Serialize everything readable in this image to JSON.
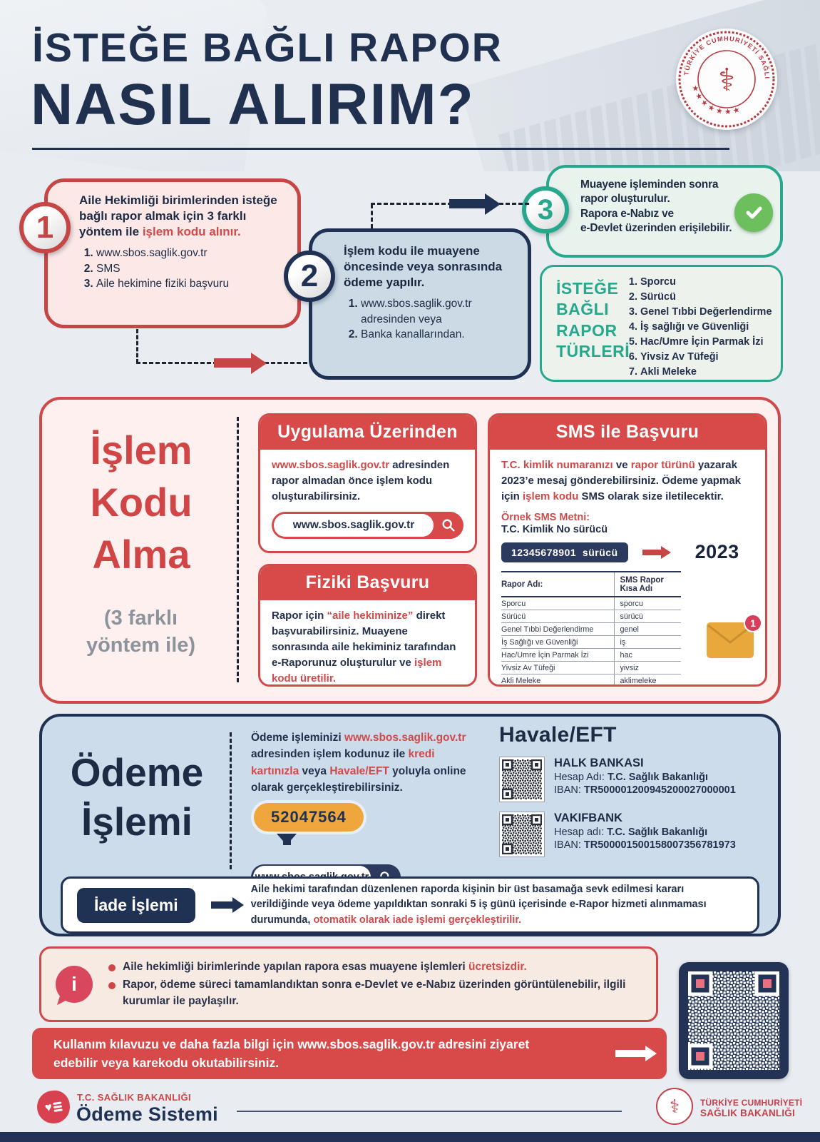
{
  "colors": {
    "red": "#d04a4a",
    "navy": "#1f3254",
    "teal": "#27a88c",
    "green": "#6cbf5c",
    "orange": "#efa73d"
  },
  "header": {
    "title_line1": "İSTEĞE BAĞLI RAPOR",
    "title_line2": "NASIL ALIRIM?",
    "seal_ring_text": "TÜRKİYE CUMHURİYETİ SAĞLIK BAKANLIĞI"
  },
  "steps": [
    {
      "number": "1",
      "seg1": "Aile Hekimliği birimlerinden isteğe bağlı rapor almak için 3 farklı yöntem ile ",
      "hl": "işlem kodu alınır.",
      "items": [
        "www.sbos.saglik.gov.tr",
        "SMS",
        "Aile hekimine fiziki başvuru"
      ]
    },
    {
      "number": "2",
      "seg1": "İşlem kodu ile muayene öncesinde veya sonrasında ",
      "hl": "ödeme yapılır.",
      "items": [
        "www.sbos.saglik.gov.tr adresinden veya",
        "Banka kanallarından."
      ]
    },
    {
      "number": "3",
      "line1": "Muayene işleminden sonra",
      "hl": "rapor oluşturulur.",
      "line2": "Rapora e-Nabız ve",
      "line3": "e-Devlet üzerinden erişilebilir."
    }
  ],
  "report_types": {
    "title_l1": "İSTEĞE",
    "title_l2": "BAĞLI",
    "title_l3": "RAPOR",
    "title_l4": "TÜRLERİ",
    "items": [
      "Sporcu",
      "Sürücü",
      "Genel Tıbbi Değerlendirme",
      "İş sağlığı ve Güvenliği",
      "Hac/Umre İçin Parmak İzi",
      "Yivsiz Av Tüfeği",
      "Akli Meleke"
    ]
  },
  "islem_kodu": {
    "title_l1": "İşlem",
    "title_l2": "Kodu",
    "title_l3": "Alma",
    "subtitle_l1": "(3 farklı",
    "subtitle_l2": "yöntem ile)",
    "uygulama": {
      "header": "Uygulama Üzerinden",
      "link": "www.sbos.saglik.gov.tr",
      "rest": " adresinden rapor almadan önce işlem kodu oluşturabilirsiniz.",
      "search": "www.sbos.saglik.gov.tr"
    },
    "fiziki": {
      "header": "Fiziki Başvuru",
      "seg1": "Rapor için ",
      "hl1": "“aile hekiminize”",
      "seg2": " direkt başvurabilirsiniz. Muayene sonrasında aile hekiminiz tarafından e-Raporunuz oluşturulur ve ",
      "hl2": "işlem kodu üretilir."
    },
    "sms": {
      "header": "SMS ile Başvuru",
      "hl1": "T.C. kimlik numaranızı",
      "seg1": " ve ",
      "hl2": "rapor türünü",
      "seg2": " yazarak 2023’e mesaj gönderebilirsiniz. Ödeme yapmak için ",
      "hl3": "işlem kodu",
      "seg3": " SMS olarak size iletilecektir.",
      "ornek_label": "Örnek SMS Metni:",
      "ornek_line": "T.C. Kimlik No sürücü",
      "pill": "12345678901  sürücü",
      "short_code": "2023",
      "badge": "1",
      "table": {
        "col1": "Rapor Adı:",
        "col2": "SMS Rapor Kısa Adı",
        "rows": [
          [
            "Sporcu",
            "sporcu"
          ],
          [
            "Sürücü",
            "sürücü"
          ],
          [
            "Genel Tıbbi Değerlendirme",
            "genel"
          ],
          [
            "İş Sağlığı ve Güvenliği",
            "iş"
          ],
          [
            "Hac/Umre İçin Parmak İzi",
            "hac"
          ],
          [
            "Yivsiz Av Tüfeği",
            "yivsiz"
          ],
          [
            "Akli Meleke",
            "aklimeleke"
          ]
        ]
      }
    }
  },
  "odeme": {
    "title_l1": "Ödeme",
    "title_l2": "İşlemi",
    "seg1": "Ödeme işleminizi ",
    "hl1": "www.sbos.saglik.gov.tr",
    "seg2": " adresinden işlem kodunuz ile ",
    "hl2": "kredi kartınızla",
    "seg3": " veya ",
    "hl3": "Havale/EFT",
    "seg4": " yoluyla online olarak gerçekleştirebilirsiniz.",
    "code": "52047564",
    "search": "www.sbos.saglik.gov.tr",
    "havale_title": "Havale/EFT",
    "banks": [
      {
        "name": "HALK BANKASI",
        "hesap_label": "Hesap Adı:",
        "hesap": "T.C. Sağlık Bakanlığı",
        "iban_label": "IBAN:",
        "iban": "TR500001200945200027000001"
      },
      {
        "name": "VAKIFBANK",
        "hesap_label": "Hesap adı:",
        "hesap": "T.C. Sağlık Bakanlığı",
        "iban_label": "IBAN:",
        "iban": "TR500001500158007356781973"
      }
    ],
    "iade": {
      "label": "İade İşlemi",
      "seg1": "Aile hekimi tarafından düzenlenen raporda kişinin bir üst basamağa sevk edilmesi kararı verildiğinde veya ödeme yapıldıktan sonraki 5 iş günü içerisinde  e-Rapor hizmeti alınmaması durumunda, ",
      "hl": "otomatik olarak iade işlemi gerçekleştirilir."
    }
  },
  "info": {
    "b1_seg": "Aile hekimliği birimlerinde yapılan rapora esas muayene işlemleri ",
    "b1_hl": "ücretsizdir.",
    "b2": "Rapor, ödeme süreci tamamlandıktan sonra e-Devlet ve e-Nabız üzerinden görüntülenebilir, ilgili kurumlar ile paylaşılır."
  },
  "bottom_bar": {
    "seg1": "Kullanım kılavuzu ve daha fazla bilgi için ",
    "hl": "www.sbos.saglik.gov.tr",
    "seg2": " adresini ziyaret edebilir veya karekodu okutabilirsiniz."
  },
  "footer": {
    "brand_top": "T.C. SAĞLIK BAKANLIĞI",
    "brand_name": "Ödeme Sistemi",
    "ministry_l1": "TÜRKİYE CUMHURİYETİ",
    "ministry_l2": "SAĞLIK BAKANLIĞI"
  }
}
